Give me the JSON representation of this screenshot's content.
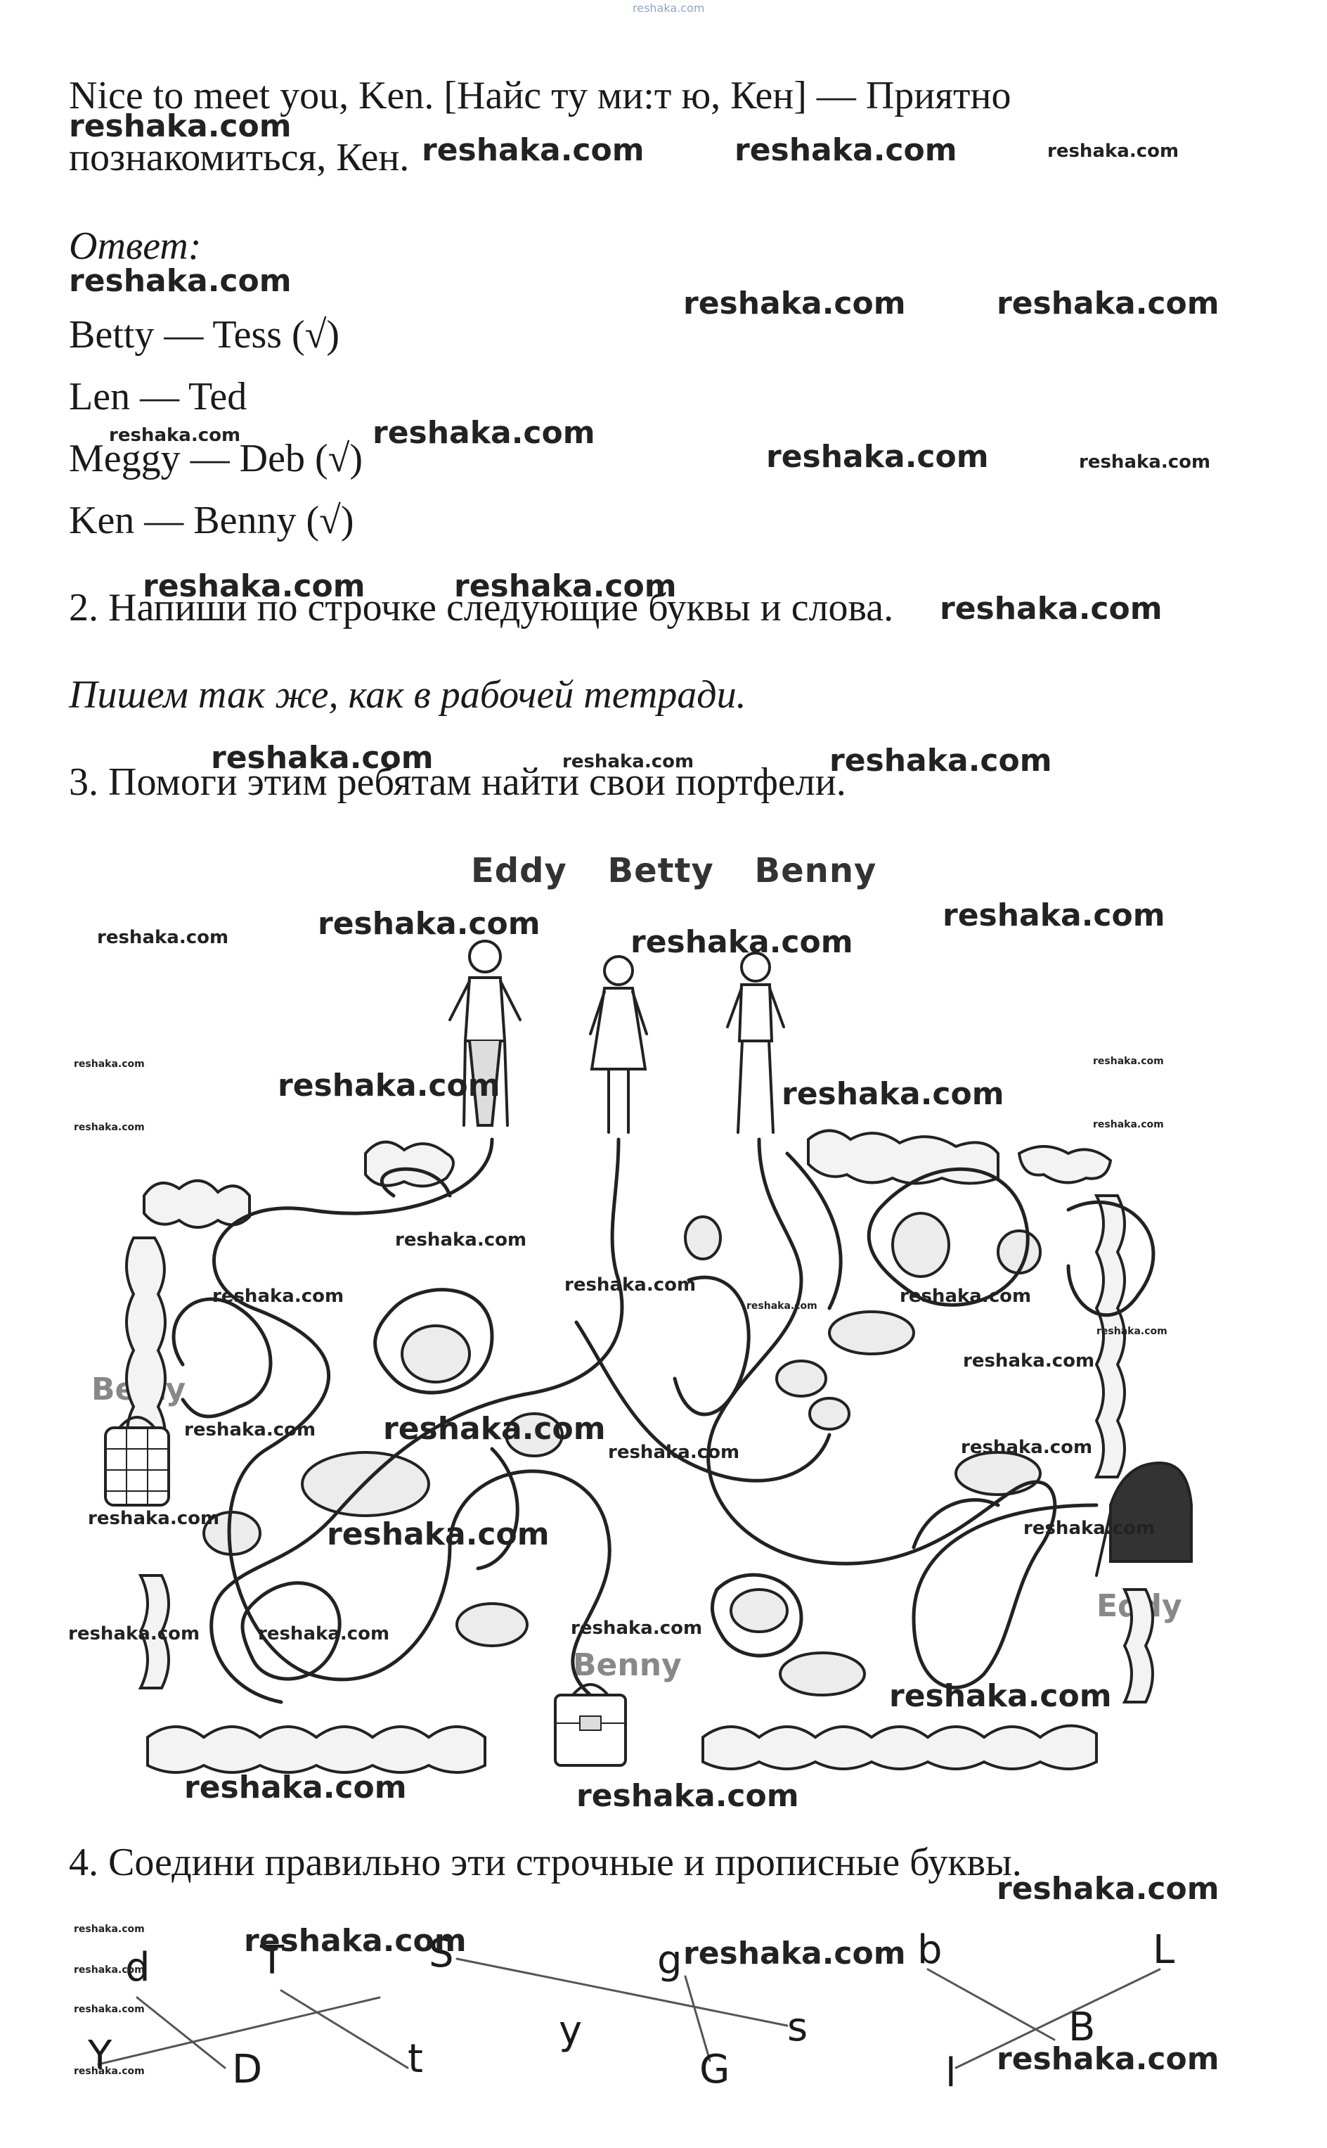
{
  "header_watermark": "reshaka.com",
  "text": {
    "line1": "Nice to meet you, Ken.      [Найс ту ми:т ю, Кен] — Приятно",
    "line2": "познакомиться, Кен.",
    "answer_label": "Ответ:",
    "pairs": [
      "Betty — Tess (√)",
      "Len — Ted",
      "Meggy — Deb (√)",
      "Ken — Benny (√)"
    ],
    "task2": "2. Напиши по строчке следующие буквы и слова.",
    "task2_answer": "Пишем так же, как в рабочей тетради.",
    "task3": "3. Помоги этим ребятам найти свои портфели.",
    "task4": "4. Соедини правильно эти строчные и прописные буквы."
  },
  "maze": {
    "top_names": "Eddy Betty Benny",
    "label_betty": "Betty",
    "label_eddy": "Eddy",
    "label_benny": "Benny"
  },
  "letters": {
    "d": "d",
    "T": "T",
    "S": "S",
    "g": "g",
    "b": "b",
    "L": "L",
    "Y": "Y",
    "D": "D",
    "t": "t",
    "y": "y",
    "s": "s",
    "G": "G",
    "B": "B",
    "l": "l"
  },
  "watermark": "reshaka.com"
}
